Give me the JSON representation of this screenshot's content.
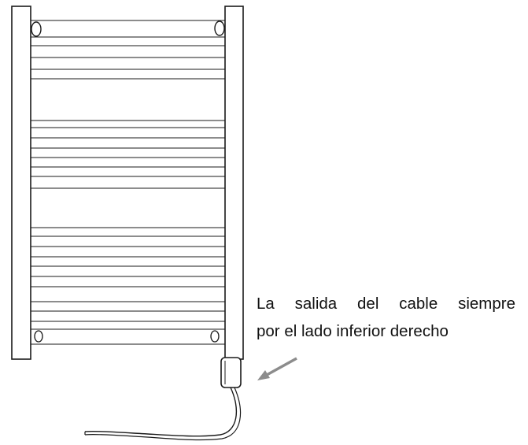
{
  "figure": {
    "subject": "electric towel radiator",
    "icons": {
      "radiator": "radiator-illustration",
      "cable": "power-cable-icon",
      "arrow": "pointer-arrow-icon"
    },
    "caption": {
      "line1_words": [
        "La",
        "salida",
        "del",
        "cable",
        "siempre"
      ],
      "line2": "por el lado inferior derecho"
    },
    "colors": {
      "outline": "#1a1a1a",
      "arrow": "#8c8c8c",
      "text": "#111111"
    }
  }
}
